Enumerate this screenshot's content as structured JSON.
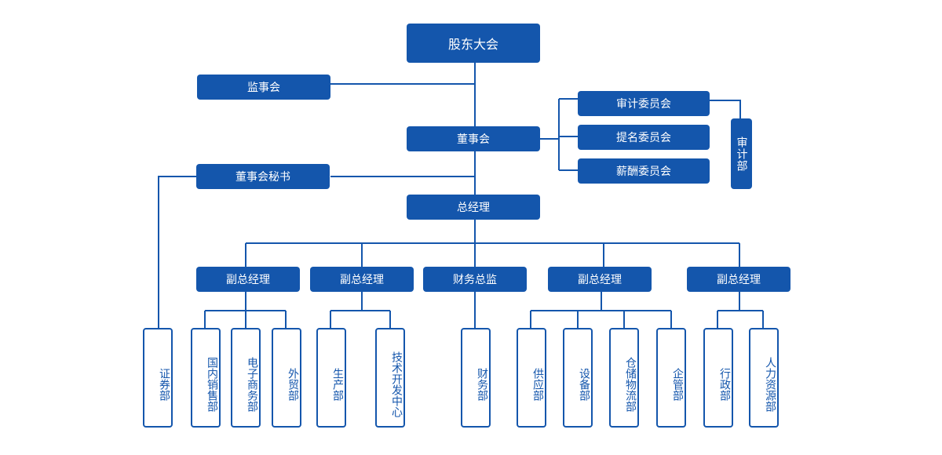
{
  "nodes": {
    "shareholders": "股东大会",
    "supervisory": "监事会",
    "board": "董事会",
    "audit_committee": "审计委员会",
    "nomination_committee": "提名委员会",
    "compensation_committee": "薪酬委员会",
    "audit_dept": "审计部",
    "board_secretary": "董事会秘书",
    "general_manager": "总经理",
    "vp_1": "副总经理",
    "vp_2": "副总经理",
    "cfo": "财务总监",
    "vp_3": "副总经理",
    "vp_4": "副总经理"
  },
  "departments": {
    "securities": "证券部",
    "domestic_sales": "国内销售部",
    "ecommerce": "电子商务部",
    "foreign_trade": "外贸部",
    "production": "生产部",
    "tech_center": "技术开发中心",
    "finance": "财务部",
    "supply": "供应部",
    "equipment": "设备部",
    "logistics": "仓储物流部",
    "enterprise_mgmt": "企管部",
    "administration": "行政部",
    "hr": "人力资源部"
  },
  "colors": {
    "primary": "#1456ac",
    "line": "#1456ac",
    "background": "#ffffff"
  }
}
